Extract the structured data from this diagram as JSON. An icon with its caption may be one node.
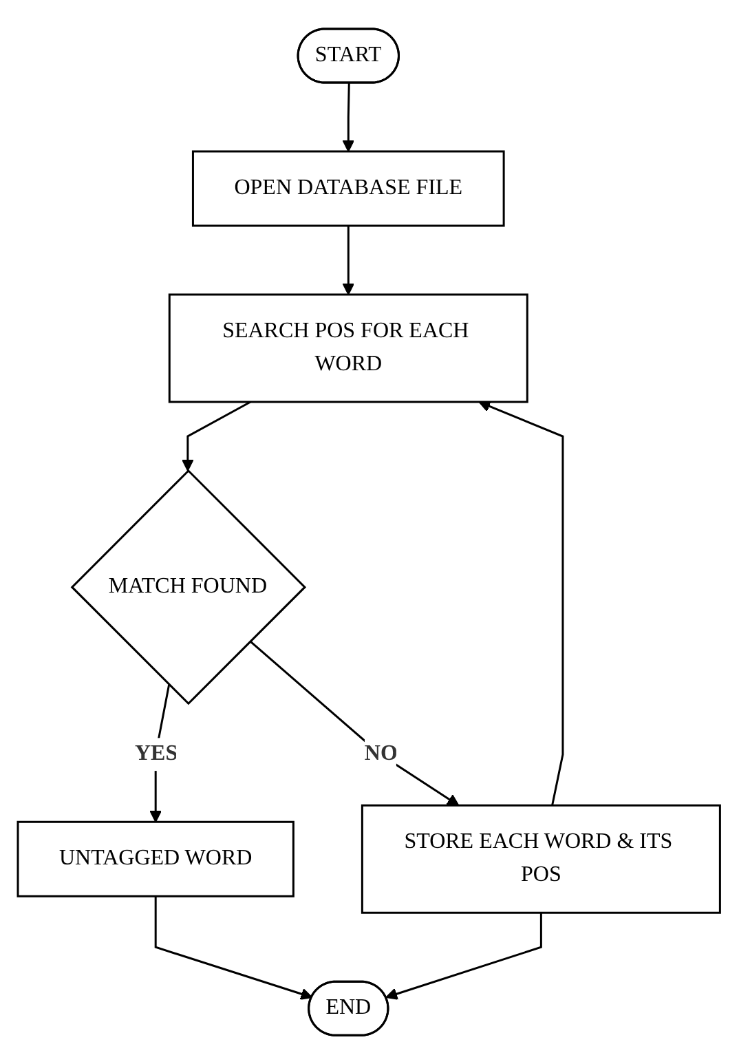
{
  "diagram": {
    "nodes": [
      {
        "text": [
          "START"
        ]
      },
      {
        "text": [
          "OPEN DATABASE FILE"
        ]
      },
      {
        "text": [
          "SEARCH POS FOR EACH WORD"
        ]
      },
      {
        "text": [
          "MATCH FOUND"
        ]
      },
      {
        "text": [
          "STORE EACH WORD & ITS POS"
        ]
      },
      {
        "text": [
          "UNTAGGED WORD"
        ]
      },
      {
        "text": [
          "END"
        ]
      }
    ],
    "edges": [
      {
        "from": 0,
        "to": 1,
        "arrow": "to"
      },
      {
        "from": 1,
        "to": 2,
        "arrow": "to"
      },
      {
        "from": 2,
        "to": 3,
        "arrow": "to"
      },
      {
        "from": 3,
        "to": 5,
        "arrow": "to",
        "label": "YES"
      },
      {
        "from": 3,
        "to": 4,
        "arrow": "to",
        "label": "NO"
      },
      {
        "from": 4,
        "to": 2,
        "arrow": "to"
      },
      {
        "from": 4,
        "to": 6,
        "arrow": "to"
      },
      {
        "from": 5,
        "to": 6,
        "arrow": "to"
      }
    ]
  }
}
